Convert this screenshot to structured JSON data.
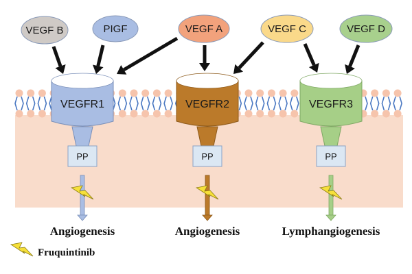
{
  "title": "VEGF signaling pathways inhibited by Fruquintinib",
  "ligands": [
    {
      "id": "vegf-b",
      "label": "VEGF B",
      "color": "#cfcac6"
    },
    {
      "id": "pigf",
      "label": "PIGF",
      "color": "#a9bde3"
    },
    {
      "id": "vegf-a",
      "label": "VEGF A",
      "color": "#f2a27c"
    },
    {
      "id": "vegf-c",
      "label": "VEGF C",
      "color": "#fad98a"
    },
    {
      "id": "vegf-d",
      "label": "VEGF D",
      "color": "#a8d08d"
    }
  ],
  "receptors": [
    {
      "id": "vegfr1",
      "label": "VEGFR1",
      "color": "#a9bde3",
      "stroke": "#7a8fb8",
      "pp": "PP",
      "outcome": "Angiogenesis"
    },
    {
      "id": "vegfr2",
      "label": "VEGFR2",
      "color": "#bb7a2a",
      "stroke": "#8d5a1b",
      "pp": "PP",
      "outcome": "Angiogenesis"
    },
    {
      "id": "vegfr3",
      "label": "VEGFR3",
      "color": "#a6cf87",
      "stroke": "#7fa864",
      "pp": "PP",
      "outcome": "Lymphangiogenesis"
    }
  ],
  "bindings": [
    {
      "from": "vegf-b",
      "to": "vegfr1"
    },
    {
      "from": "pigf",
      "to": "vegfr1"
    },
    {
      "from": "vegf-a",
      "to": "vegfr1"
    },
    {
      "from": "vegf-a",
      "to": "vegfr2"
    },
    {
      "from": "vegf-c",
      "to": "vegfr2"
    },
    {
      "from": "vegf-c",
      "to": "vegfr3"
    },
    {
      "from": "vegf-d",
      "to": "vegfr3"
    }
  ],
  "legend": {
    "icon": "lightning-bolt-icon",
    "label": "Fruquintinib"
  },
  "colors": {
    "membrane_head": "#f6c4ac",
    "membrane_tail": "#4a78c2",
    "cytoplasm": "#f9dccb",
    "pp_box": "#dbe7f3",
    "pp_stroke": "#8aa2c4",
    "bolt": "#f6e03a",
    "bolt_stroke": "#8a7a10",
    "arrow": "#111111"
  }
}
